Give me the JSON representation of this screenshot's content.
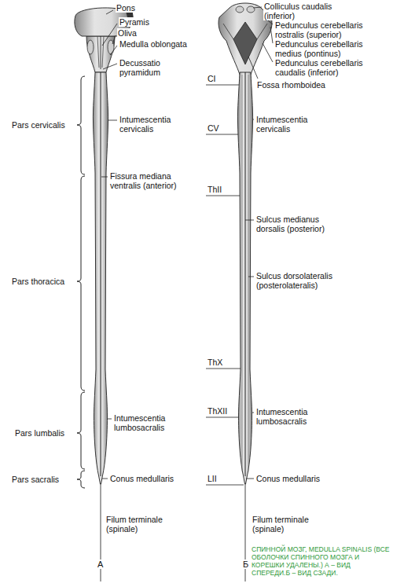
{
  "diagram": {
    "caption": "СПИННОЙ МОЗГ, MEDULLA SPINALIS (ВСЕ ОБОЛОЧКИ СПИННОГО МОЗГА И КОРЕШКИ УДАЛЕНЫ.) А – ВИД СПЕРЕДИ.Б – ВИД СЗАДИ.",
    "labels": [
      "Pons",
      "Pyramis",
      "Oliva",
      "Medulla oblongata",
      "Decussatio pyramidum",
      "Pars cervicalis",
      "Intumescentia cervicalis",
      "Fissura mediana ventralis (anterior)",
      "Pars thoracica",
      "Pars lumbalis",
      "Intumescentia lumbosacralis",
      "Pars sacralis",
      "Conus medullaris",
      "Filum terminale (spinale)",
      "А",
      "Colliculus caudalis (inferior)",
      "Pedunculus cerebellaris rostralis (superior)",
      "Pedunculus cerebellaris medius (pontinus)",
      "Pedunculus cerebellaris caudalis (inferior)",
      "CI",
      "Fossa rhomboidea",
      "CV",
      "Intumescentia cervicalis",
      "ThII",
      "Sulcus medianus dorsalis (posterior)",
      "Sulcus dorsolateralis (posterolateralis)",
      "ThX",
      "ThXII",
      "Intumescentia lumbosacralis",
      "LII",
      "Conus medullaris",
      "Filum terminale (spinale)",
      "Б"
    ]
  }
}
